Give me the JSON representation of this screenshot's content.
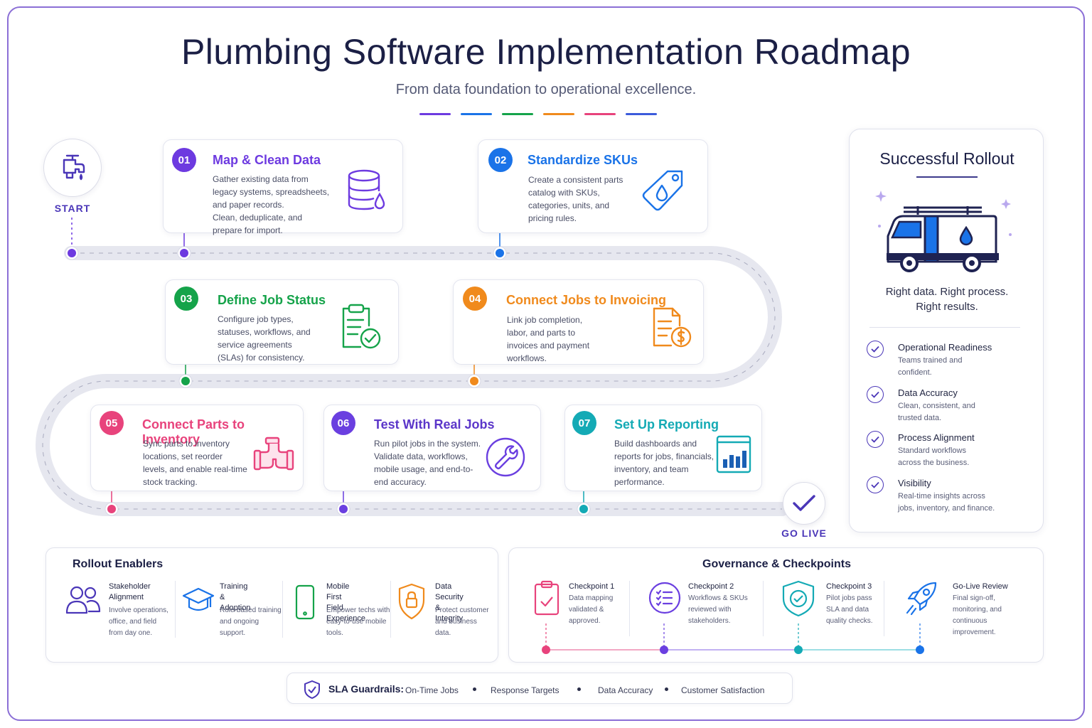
{
  "header": {
    "title": "Plumbing Software Implementation Roadmap",
    "subtitle": "From data foundation to operational excellence."
  },
  "colors": {
    "purple": "#6d3ae0",
    "blue": "#1a73e8",
    "green": "#15a34a",
    "orange": "#f08a1c",
    "pink": "#e8437c",
    "violet": "#6a3fe0",
    "teal": "#14aab5",
    "accent": "#4a36b8"
  },
  "roadmap": {
    "start_label": "START",
    "golive_label": "GO LIVE",
    "steps": [
      {
        "num": "01",
        "title": "Map & Clean Data",
        "desc": [
          "Gather existing data from",
          "legacy systems, spreadsheets,",
          "and paper records.",
          "Clean, deduplicate, and",
          "prepare for import."
        ],
        "icon": "database-icon"
      },
      {
        "num": "02",
        "title": "Standardize SKUs",
        "desc": [
          "Create a consistent parts",
          "catalog with SKUs,",
          "categories, units, and",
          "pricing rules."
        ],
        "icon": "tag-icon"
      },
      {
        "num": "03",
        "title": "Define Job Status",
        "desc": [
          "Configure job types,",
          "statuses, workflows, and",
          "service agreements",
          "(SLAs) for consistency."
        ],
        "icon": "clipboard-check-icon"
      },
      {
        "num": "04",
        "title": "Connect Jobs to Invoicing",
        "desc": [
          "Link job completion,",
          "labor, and parts to",
          "invoices and payment",
          "workflows."
        ],
        "icon": "invoice-icon"
      },
      {
        "num": "05",
        "title": "Connect Parts to Inventory",
        "desc": [
          "Sync parts to inventory",
          "locations, set reorder",
          "levels, and enable real-time",
          "stock tracking."
        ],
        "icon": "pipe-icon"
      },
      {
        "num": "06",
        "title": "Test With Real Jobs",
        "desc": [
          "Run pilot jobs in the system.",
          "Validate data, workflows,",
          "mobile usage, and end-to-",
          "end accuracy."
        ],
        "icon": "wrench-icon"
      },
      {
        "num": "07",
        "title": "Set Up Reporting",
        "desc": [
          "Build dashboards and",
          "reports for jobs, financials,",
          "inventory, and team",
          "performance."
        ],
        "icon": "bar-chart-icon"
      }
    ]
  },
  "rollout": {
    "title": "Successful Rollout",
    "tagline": [
      "Right data. Right process.",
      "Right results."
    ],
    "items": [
      {
        "title": "Operational Readiness",
        "desc": [
          "Teams trained and",
          "confident."
        ]
      },
      {
        "title": "Data Accuracy",
        "desc": [
          "Clean, consistent, and",
          "trusted data."
        ]
      },
      {
        "title": "Process Alignment",
        "desc": [
          "Standard workflows",
          "across the business."
        ]
      },
      {
        "title": "Visibility",
        "desc": [
          "Real-time insights across",
          "jobs, inventory, and finance."
        ]
      }
    ]
  },
  "enablers": {
    "title": "Rollout Enablers",
    "items": [
      {
        "title": [
          "Stakeholder",
          "Alignment"
        ],
        "desc": [
          "Involve operations,",
          "office, and field",
          "from day one."
        ],
        "icon": "people-icon"
      },
      {
        "title": [
          "Training &",
          "Adoption"
        ],
        "desc": [
          "Role-based training",
          "and ongoing",
          "support."
        ],
        "icon": "graduation-cap-icon"
      },
      {
        "title": [
          "Mobile First",
          "Field Experience"
        ],
        "desc": [
          "Empower techs with",
          "easy-to-use mobile",
          "tools."
        ],
        "icon": "phone-icon"
      },
      {
        "title": [
          "Data Security",
          "& Integrity"
        ],
        "desc": [
          "Protect customer",
          "and business",
          "data."
        ],
        "icon": "shield-lock-icon"
      }
    ]
  },
  "governance": {
    "title": "Governance & Checkpoints",
    "items": [
      {
        "title": "Checkpoint 1",
        "desc": [
          "Data mapping",
          "validated &",
          "approved."
        ],
        "icon": "clipboard-icon"
      },
      {
        "title": "Checkpoint 2",
        "desc": [
          "Workflows & SKUs",
          "reviewed with",
          "stakeholders."
        ],
        "icon": "checklist-icon"
      },
      {
        "title": "Checkpoint 3",
        "desc": [
          "Pilot jobs pass",
          "SLA and data",
          "quality checks."
        ],
        "icon": "shield-check-icon"
      },
      {
        "title": "Go-Live Review",
        "desc": [
          "Final sign-off,",
          "monitoring, and",
          "continuous",
          "improvement."
        ],
        "icon": "rocket-icon"
      }
    ]
  },
  "sla": {
    "label": "SLA Guardrails:",
    "items": [
      "On-Time Jobs",
      "Response Targets",
      "Data Accuracy",
      "Customer Satisfaction"
    ]
  }
}
